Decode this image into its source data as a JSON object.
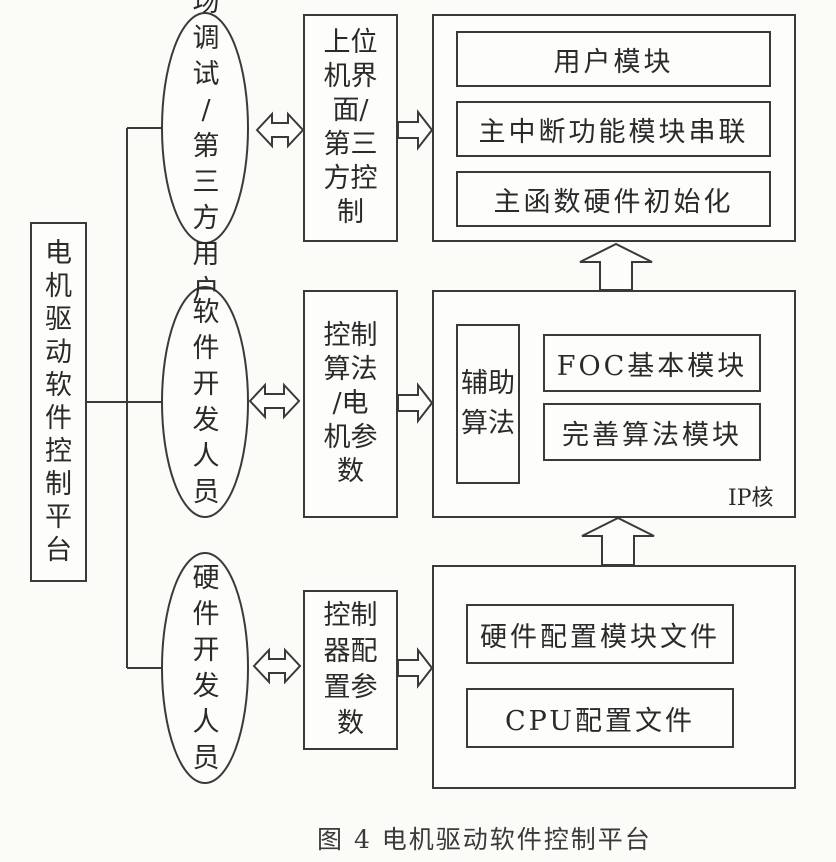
{
  "platform_title": "电机驱动软件控制平台",
  "users": [
    {
      "label": "现场调试/第三方用户"
    },
    {
      "label": "软件开发人员"
    },
    {
      "label": "硬件开发人员"
    }
  ],
  "interfaces": [
    {
      "label": "上位机界面/第三方控制"
    },
    {
      "label": "控制算法/电机参数"
    },
    {
      "label": "控制器配置参数"
    }
  ],
  "top_layer": {
    "modules": [
      "用户模块",
      "主中断功能模块串联",
      "主函数硬件初始化"
    ]
  },
  "ip_core": {
    "label": "IP核",
    "aux": "辅助算法",
    "modules": [
      "FOC基本模块",
      "完善算法模块"
    ]
  },
  "hardware_layer": {
    "modules": [
      "硬件配置模块文件",
      "CPU配置文件"
    ]
  },
  "caption": "图 4 电机驱动软件控制平台"
}
